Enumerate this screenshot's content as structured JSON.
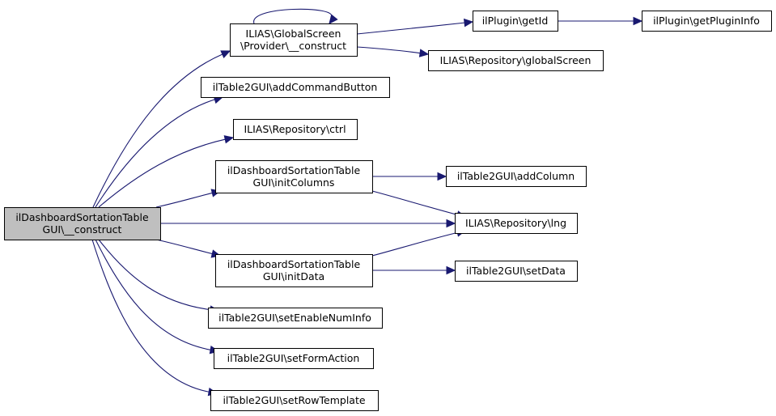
{
  "graph": {
    "root": "root",
    "colors": {
      "edge": "#191970",
      "node_fill": "#ffffff",
      "root_fill": "#bfbfbf",
      "border": "#000000"
    },
    "nodes": [
      {
        "id": "root",
        "lines": [
          "ilDashboardSortationTable",
          "GUI\\__construct"
        ],
        "is_root": true
      },
      {
        "id": "provider_construct",
        "lines": [
          "ILIAS\\GlobalScreen",
          "\\Provider\\__construct"
        ]
      },
      {
        "id": "plugin_getid",
        "lines": [
          "ilPlugin\\getId"
        ]
      },
      {
        "id": "plugin_getplugininfo",
        "lines": [
          "ilPlugin\\getPluginInfo"
        ]
      },
      {
        "id": "repo_globalscreen",
        "lines": [
          "ILIAS\\Repository\\globalScreen"
        ]
      },
      {
        "id": "addcommandbutton",
        "lines": [
          "ilTable2GUI\\addCommandButton"
        ]
      },
      {
        "id": "repo_ctrl",
        "lines": [
          "ILIAS\\Repository\\ctrl"
        ]
      },
      {
        "id": "initcolumns",
        "lines": [
          "ilDashboardSortationTable",
          "GUI\\initColumns"
        ]
      },
      {
        "id": "addcolumn",
        "lines": [
          "ilTable2GUI\\addColumn"
        ]
      },
      {
        "id": "repo_lng",
        "lines": [
          "ILIAS\\Repository\\lng"
        ]
      },
      {
        "id": "initdata",
        "lines": [
          "ilDashboardSortationTable",
          "GUI\\initData"
        ]
      },
      {
        "id": "setdata",
        "lines": [
          "ilTable2GUI\\setData"
        ]
      },
      {
        "id": "setenablenuminfo",
        "lines": [
          "ilTable2GUI\\setEnableNumInfo"
        ]
      },
      {
        "id": "setformaction",
        "lines": [
          "ilTable2GUI\\setFormAction"
        ]
      },
      {
        "id": "setrowtemplate",
        "lines": [
          "ilTable2GUI\\setRowTemplate"
        ]
      }
    ],
    "edges": [
      {
        "from": "root",
        "to": "provider_construct"
      },
      {
        "from": "root",
        "to": "addcommandbutton"
      },
      {
        "from": "root",
        "to": "repo_ctrl"
      },
      {
        "from": "root",
        "to": "initcolumns"
      },
      {
        "from": "root",
        "to": "repo_lng"
      },
      {
        "from": "root",
        "to": "initdata"
      },
      {
        "from": "root",
        "to": "setenablenuminfo"
      },
      {
        "from": "root",
        "to": "setformaction"
      },
      {
        "from": "root",
        "to": "setrowtemplate"
      },
      {
        "from": "provider_construct",
        "to": "provider_construct"
      },
      {
        "from": "provider_construct",
        "to": "plugin_getid"
      },
      {
        "from": "provider_construct",
        "to": "repo_globalscreen"
      },
      {
        "from": "plugin_getid",
        "to": "plugin_getplugininfo"
      },
      {
        "from": "initcolumns",
        "to": "addcolumn"
      },
      {
        "from": "initcolumns",
        "to": "repo_lng"
      },
      {
        "from": "initdata",
        "to": "repo_lng"
      },
      {
        "from": "initdata",
        "to": "setdata"
      }
    ]
  }
}
